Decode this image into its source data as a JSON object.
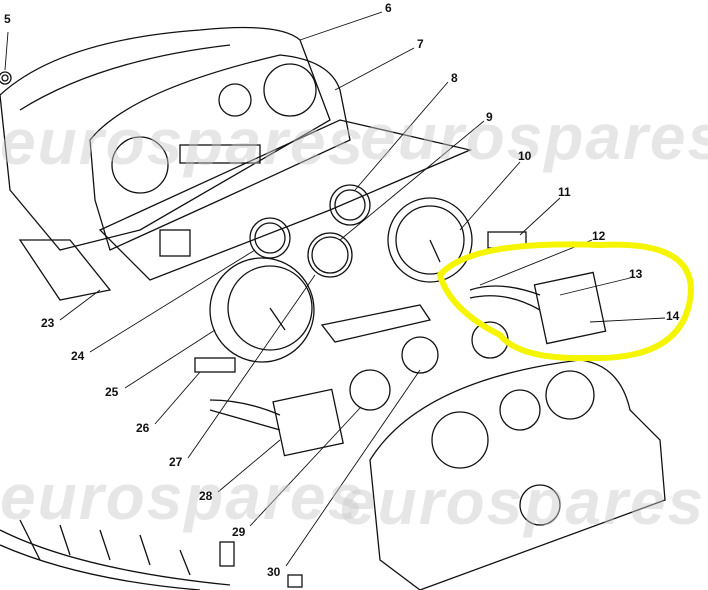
{
  "watermark": "eurospares",
  "highlight_color": "#f5f500",
  "labels": [
    "5",
    "6",
    "7",
    "8",
    "9",
    "10",
    "11",
    "12",
    "13",
    "14",
    "23",
    "24",
    "25",
    "26",
    "27",
    "28",
    "29",
    "30"
  ]
}
